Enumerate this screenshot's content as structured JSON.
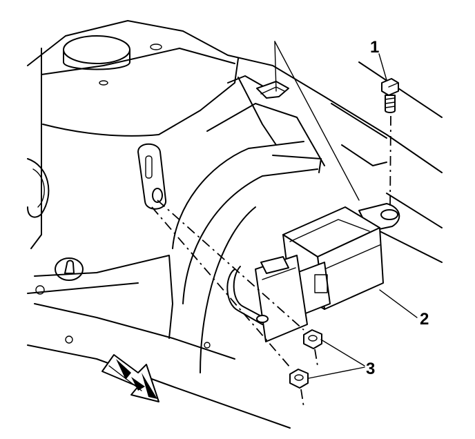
{
  "callouts": {
    "bolt": "1",
    "module": "2",
    "nuts": "3"
  }
}
